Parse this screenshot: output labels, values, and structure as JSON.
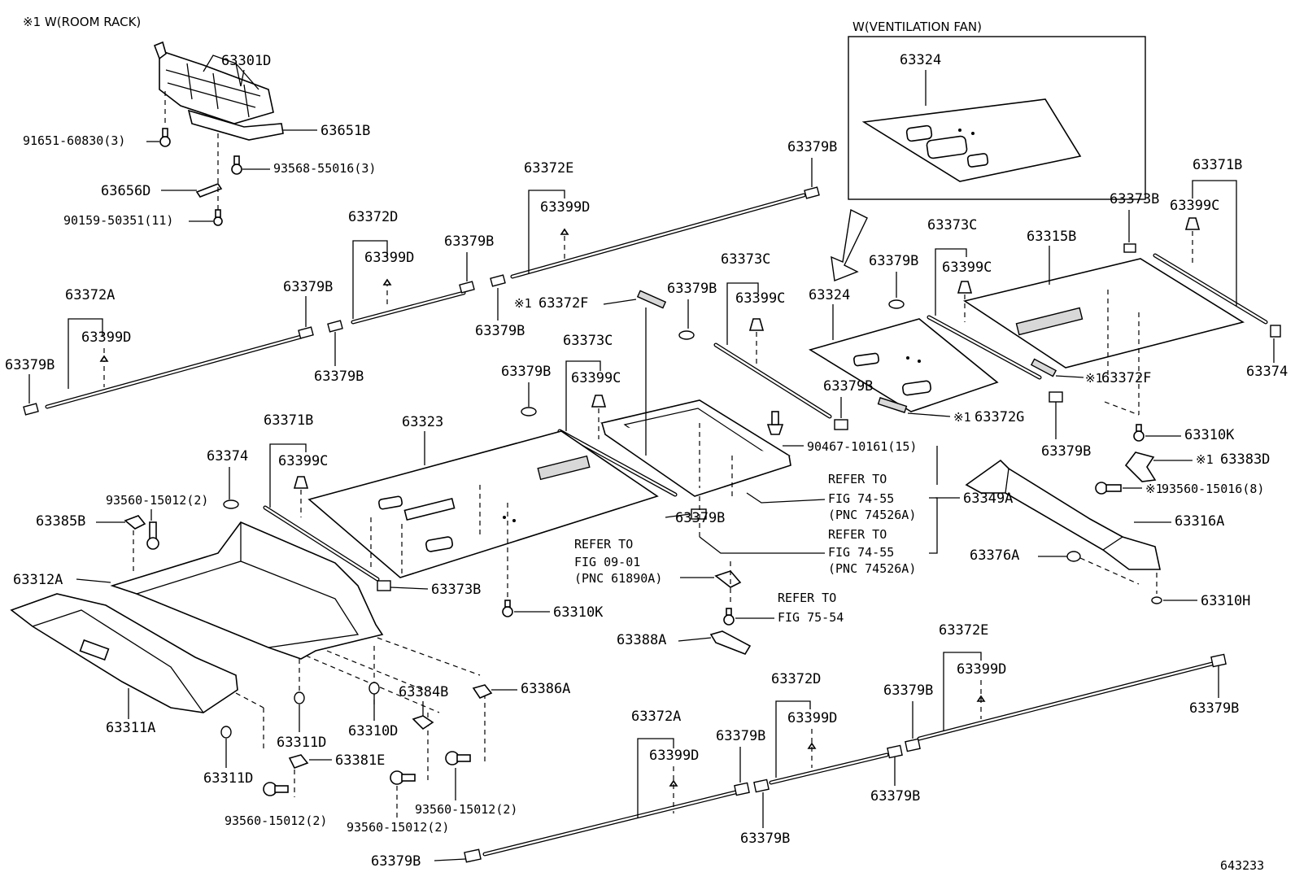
{
  "header": {
    "room_rack_note": "※1 W(ROOM RACK)",
    "vent_fan_title": "W(VENTILATION FAN)",
    "figure_id": "643233"
  },
  "labels": [
    {
      "id": "63301D"
    },
    {
      "id": "63651B"
    },
    {
      "id": "91651-60830(3)"
    },
    {
      "id": "93568-55016(3)"
    },
    {
      "id": "63656D"
    },
    {
      "id": "90159-50351(11)"
    },
    {
      "id": "63379B"
    },
    {
      "id": "63372E"
    },
    {
      "id": "63399D"
    },
    {
      "id": "63372D"
    },
    {
      "id": "63372A"
    },
    {
      "id": "63324"
    },
    {
      "id": "63371B"
    },
    {
      "id": "63399C"
    },
    {
      "id": "63373B"
    },
    {
      "id": "63373C"
    },
    {
      "id": "63315B"
    },
    {
      "id": "※1 63372F"
    },
    {
      "id": "63374"
    },
    {
      "id": "※1 63372G"
    },
    {
      "id": "63310K"
    },
    {
      "id": "※1 63383D"
    },
    {
      "id": "※1 93560-15016(8)"
    },
    {
      "id": "90467-10161(15)"
    },
    {
      "id": "63349A"
    },
    {
      "id": "63316A"
    },
    {
      "id": "63376A"
    },
    {
      "id": "63310H"
    },
    {
      "id": "63323"
    },
    {
      "id": "93560-15012(2)"
    },
    {
      "id": "63385B"
    },
    {
      "id": "63312A"
    },
    {
      "id": "63373B"
    },
    {
      "id": "63310K"
    },
    {
      "id": "63388A"
    },
    {
      "id": "63384B"
    },
    {
      "id": "63386A"
    },
    {
      "id": "63311A"
    },
    {
      "id": "63311D"
    },
    {
      "id": "63310D"
    },
    {
      "id": "63381E"
    }
  ],
  "references": {
    "refer_to": "REFER TO",
    "fig_74_55": "FIG 74-55",
    "pnc_74526a": "(PNC 74526A)",
    "fig_09_01": "FIG 09-01",
    "pnc_61890a": "(PNC 61890A)",
    "fig_75_54": "FIG 75-54"
  },
  "text": {
    "l63301D": "63301D",
    "l63651B": "63651B",
    "l91651": "91651-60830(3)",
    "l93568": "93568-55016(3)",
    "l63656D": "63656D",
    "l90159": "90159-50351(11)",
    "l63379B": "63379B",
    "l63372E": "63372E",
    "l63399D": "63399D",
    "l63372D": "63372D",
    "l63372A": "63372A",
    "l63324": "63324",
    "l63371B": "63371B",
    "l63399C": "63399C",
    "l63373B": "63373B",
    "l63373C": "63373C",
    "l63315B": "63315B",
    "l63372F": "63372F",
    "l63374": "63374",
    "l63372G": "63372G",
    "l63310K": "63310K",
    "l63383D": "63383D",
    "l93560_16": "93560-15016(8)",
    "l90467": "90467-10161(15)",
    "l63349A": "63349A",
    "l63316A": "63316A",
    "l63376A": "63376A",
    "l63310H": "63310H",
    "l63323": "63323",
    "l93560_12": "93560-15012(2)",
    "l63385B": "63385B",
    "l63312A": "63312A",
    "l63388A": "63388A",
    "l63384B": "63384B",
    "l63386A": "63386A",
    "l63311A": "63311A",
    "l63311D": "63311D",
    "l63310D": "63310D",
    "l63381E": "63381E",
    "mark": "※1"
  }
}
